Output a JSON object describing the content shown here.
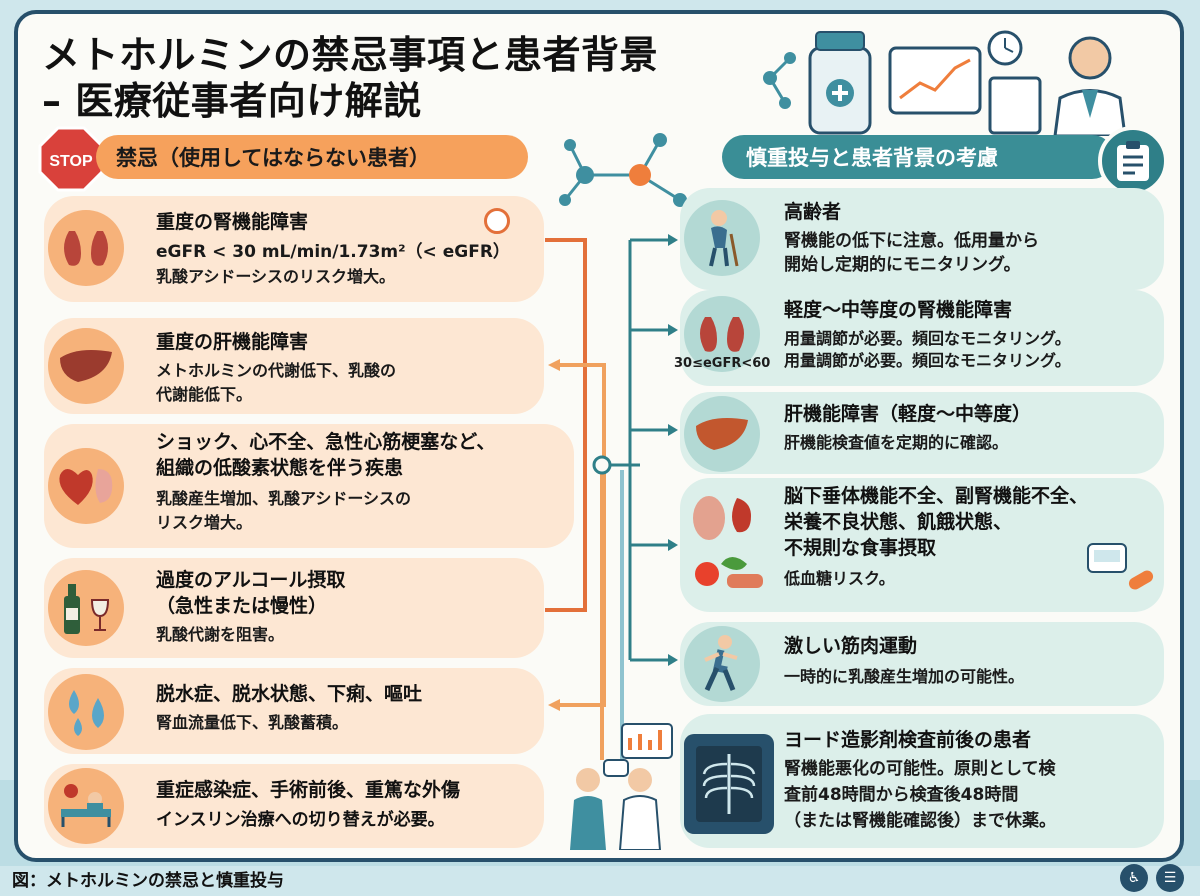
{
  "title": {
    "line1": "メトホルミンの禁忌事項と患者背景",
    "line2": "– 医療従事者向け解説"
  },
  "sections": {
    "contra_stop": "STOP",
    "contraindications": "禁忌（使用してはならない患者）",
    "caution": "慎重投与と患者背景の考慮"
  },
  "left": [
    {
      "title": "重度の腎機能障害",
      "line1": "eGFR < 30 mL/min/1.73m²（< eGFR）",
      "line2": "乳酸アシドーシスのリスク増大。"
    },
    {
      "title": "重度の肝機能障害",
      "line1": "メトホルミンの代謝低下、乳酸の",
      "line2": "代謝能低下。"
    },
    {
      "title1": "ショック、心不全、急性心筋梗塞など、",
      "title2": "組織の低酸素状態を伴う疾患",
      "line1": "乳酸産生増加、乳酸アシドーシスの",
      "line2": "リスク増大。"
    },
    {
      "title1": "過度のアルコール摂取",
      "title2": "（急性または慢性）",
      "line1": "乳酸代謝を阻害。"
    },
    {
      "title": "脱水症、脱水状態、下痢、嘔吐",
      "line1": "腎血流量低下、乳酸蓄積。"
    },
    {
      "title": "重症感染症、手術前後、重篤な外傷",
      "line1": "インスリン治療への切り替えが必要。"
    }
  ],
  "right": [
    {
      "title": "高齢者",
      "line1": "腎機能の低下に注意。低用量から",
      "line2": "開始し定期的にモニタリング。"
    },
    {
      "title": "軽度～中等度の腎機能障害",
      "badge": "30≤eGFR<60",
      "line1": "用量調節が必要。頻回なモニタリング。",
      "line2": "用量調節が必要。頻回なモニタリング。"
    },
    {
      "title": "肝機能障害（軽度～中等度）",
      "line1": "肝機能検査値を定期的に確認。"
    },
    {
      "title1": "脳下垂体機能不全、副腎機能不全、",
      "title2": "栄養不良状態、飢餓状態、",
      "title3": "不規則な食事摂取",
      "line1": "低血糖リスク。"
    },
    {
      "title": "激しい筋肉運動",
      "line1": "一時的に乳酸産生増加の可能性。"
    },
    {
      "title": "ヨード造影剤検査前後の患者",
      "line1": "腎機能悪化の可能性。原則として検",
      "line2": "査前48時間から検査後48時間",
      "line3": "（または腎機能確認後）まで休薬。"
    }
  ],
  "footer": {
    "caption": "図：メトホルミンの禁忌と慎重投与"
  },
  "colors": {
    "contra_card": "#fde7d3",
    "contra_pill": "#f6a15c",
    "caution_card": "#dcefea",
    "caution_pill": "#3a8e96",
    "frame": "#27506b"
  }
}
